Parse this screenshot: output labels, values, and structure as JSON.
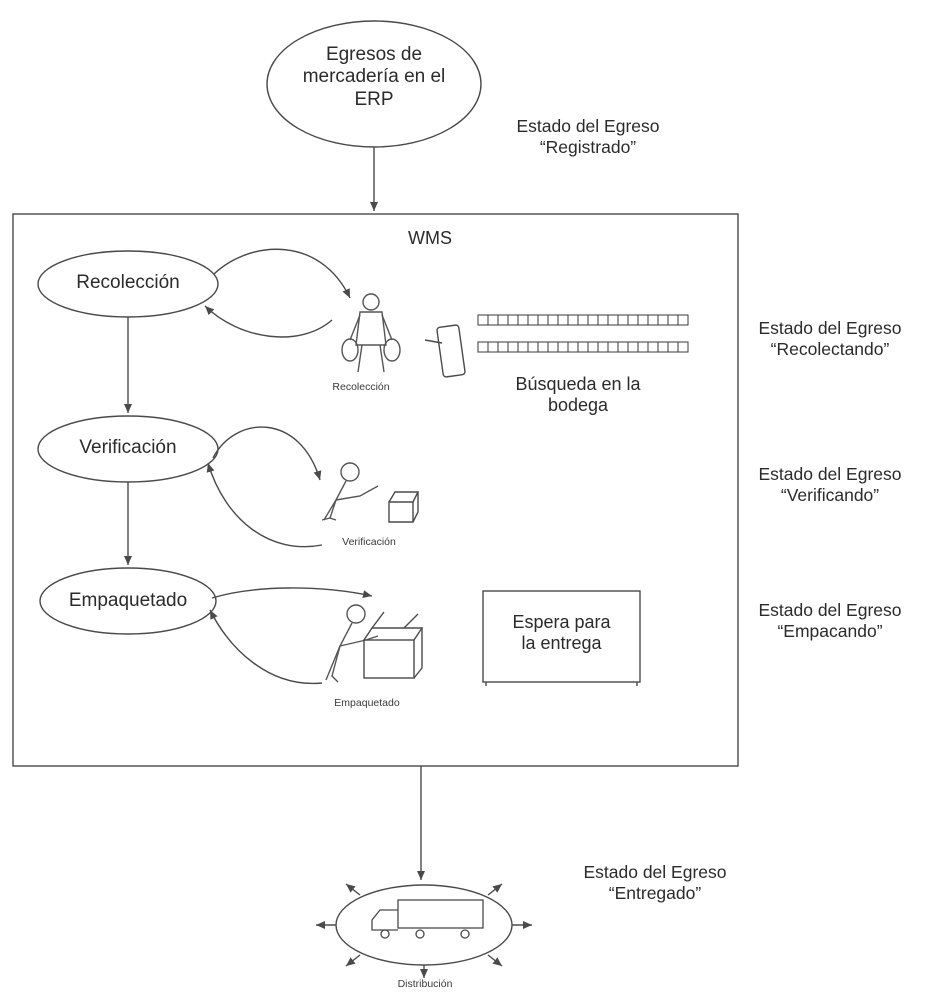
{
  "erp_node": {
    "line1": "Egresos de",
    "line2": "mercadería en el",
    "line3": "ERP"
  },
  "wms": {
    "title": "WMS"
  },
  "processes": {
    "recoleccion": "Recolección",
    "verificacion": "Verificación",
    "empaquetado": "Empaquetado"
  },
  "figures": {
    "recoleccion_caption": "Recolección",
    "verificacion_caption": "Verificación",
    "empaquetado_caption": "Empaquetado",
    "distribucion_caption": "Distribución"
  },
  "busqueda": {
    "line1": "Búsqueda en la",
    "line2": "bodega"
  },
  "espera": {
    "line1": "Espera para",
    "line2": "la entrega"
  },
  "states": {
    "registrado": {
      "line1": "Estado del Egreso",
      "line2": "“Registrado”"
    },
    "recolectando": {
      "line1": "Estado del Egreso",
      "line2": "“Recolectando”"
    },
    "verificando": {
      "line1": "Estado del Egreso",
      "line2": "“Verificando”"
    },
    "empacando": {
      "line1": "Estado del Egreso",
      "line2": "“Empacando”"
    },
    "entregado": {
      "line1": "Estado del Egreso",
      "line2": "“Entregado”"
    }
  },
  "colors": {
    "stroke": "#4a4a4a",
    "text": "#2b2b2b",
    "background": "#ffffff"
  }
}
